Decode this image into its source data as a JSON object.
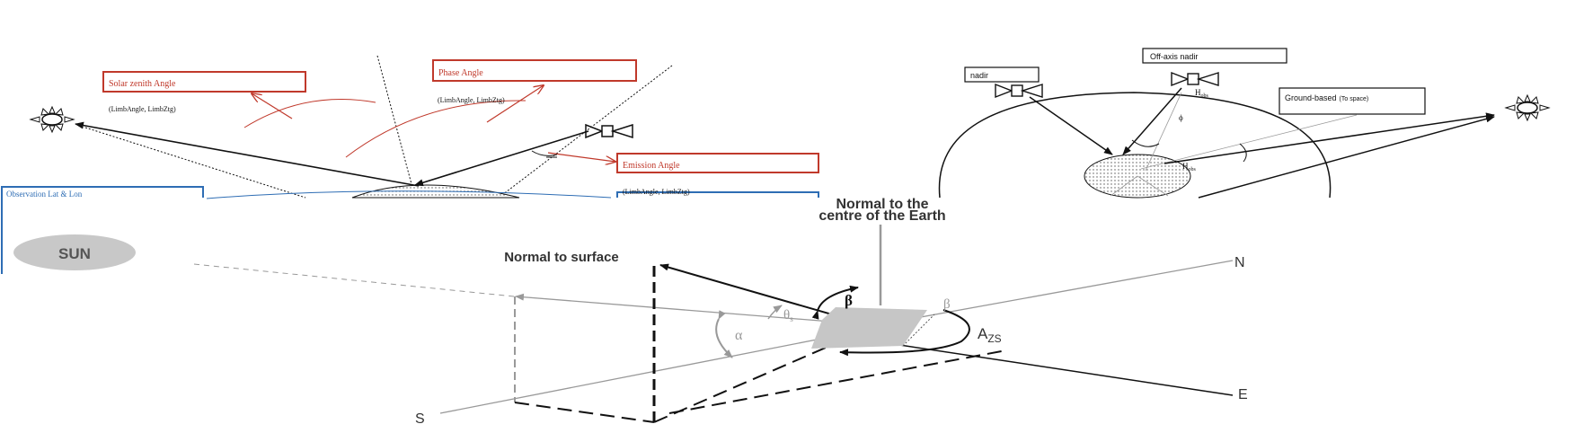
{
  "top_left_panel": {
    "solar_zenith": {
      "label": "Solar zenith  Angle",
      "sub": "(LimbAngle, LimbZtg)"
    },
    "phase": {
      "label": "Phase Angle",
      "sub": "(LimbAngle, LimbZtg)"
    },
    "emission": {
      "label": "Emission  Angle",
      "sub": "(LimbAngle, LimbZtg)"
    },
    "observation": {
      "label": "Observation Lat & Lon"
    },
    "colors": {
      "red": "#c0392b",
      "blue": "#2e6db4",
      "ink": "#111111"
    }
  },
  "top_right_panel": {
    "nadir": {
      "label": "nadir"
    },
    "off_axis": {
      "label": "Off-axis nadir"
    },
    "ground": {
      "label": "Ground-based",
      "suffix": "(To space)"
    },
    "h_obs": "H",
    "h_obs_sub": "obs",
    "phi": "ϕ"
  },
  "bottom_panel": {
    "sun": "SUN",
    "normal_surface": "Normal to surface",
    "normal_centre_line1": "Normal to the",
    "normal_centre_line2": "centre of the Earth",
    "north": "N",
    "south": "S",
    "east": "E",
    "beta": "β",
    "beta2": "β",
    "theta": "θ",
    "theta_sub": "s",
    "alpha": "α",
    "azimuth": "A",
    "azimuth_sub": "ZS"
  }
}
